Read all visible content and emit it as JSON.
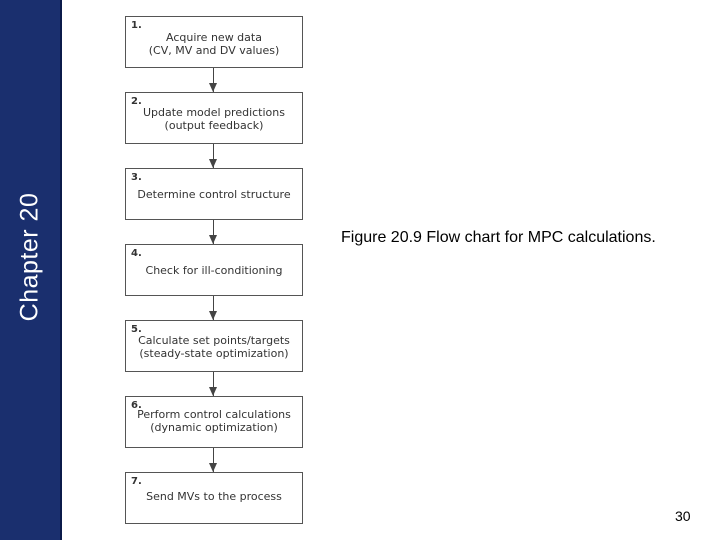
{
  "sidebar": {
    "chapter_label": "Chapter 20",
    "color": "#1a2f6e"
  },
  "flowchart": {
    "steps": [
      {
        "number": "1.",
        "text": "Acquire new data\n(CV, MV and DV values)"
      },
      {
        "number": "2.",
        "text": "Update model predictions\n(output feedback)"
      },
      {
        "number": "3.",
        "text": "Determine control structure"
      },
      {
        "number": "4.",
        "text": "Check for ill-conditioning"
      },
      {
        "number": "5.",
        "text": "Calculate set points/targets\n(steady-state optimization)"
      },
      {
        "number": "6.",
        "text": "Perform control calculations\n(dynamic optimization)"
      },
      {
        "number": "7.",
        "text": "Send MVs to the process"
      }
    ]
  },
  "caption": "Figure 20.9 Flow chart for MPC calculations.",
  "page_number": "30"
}
